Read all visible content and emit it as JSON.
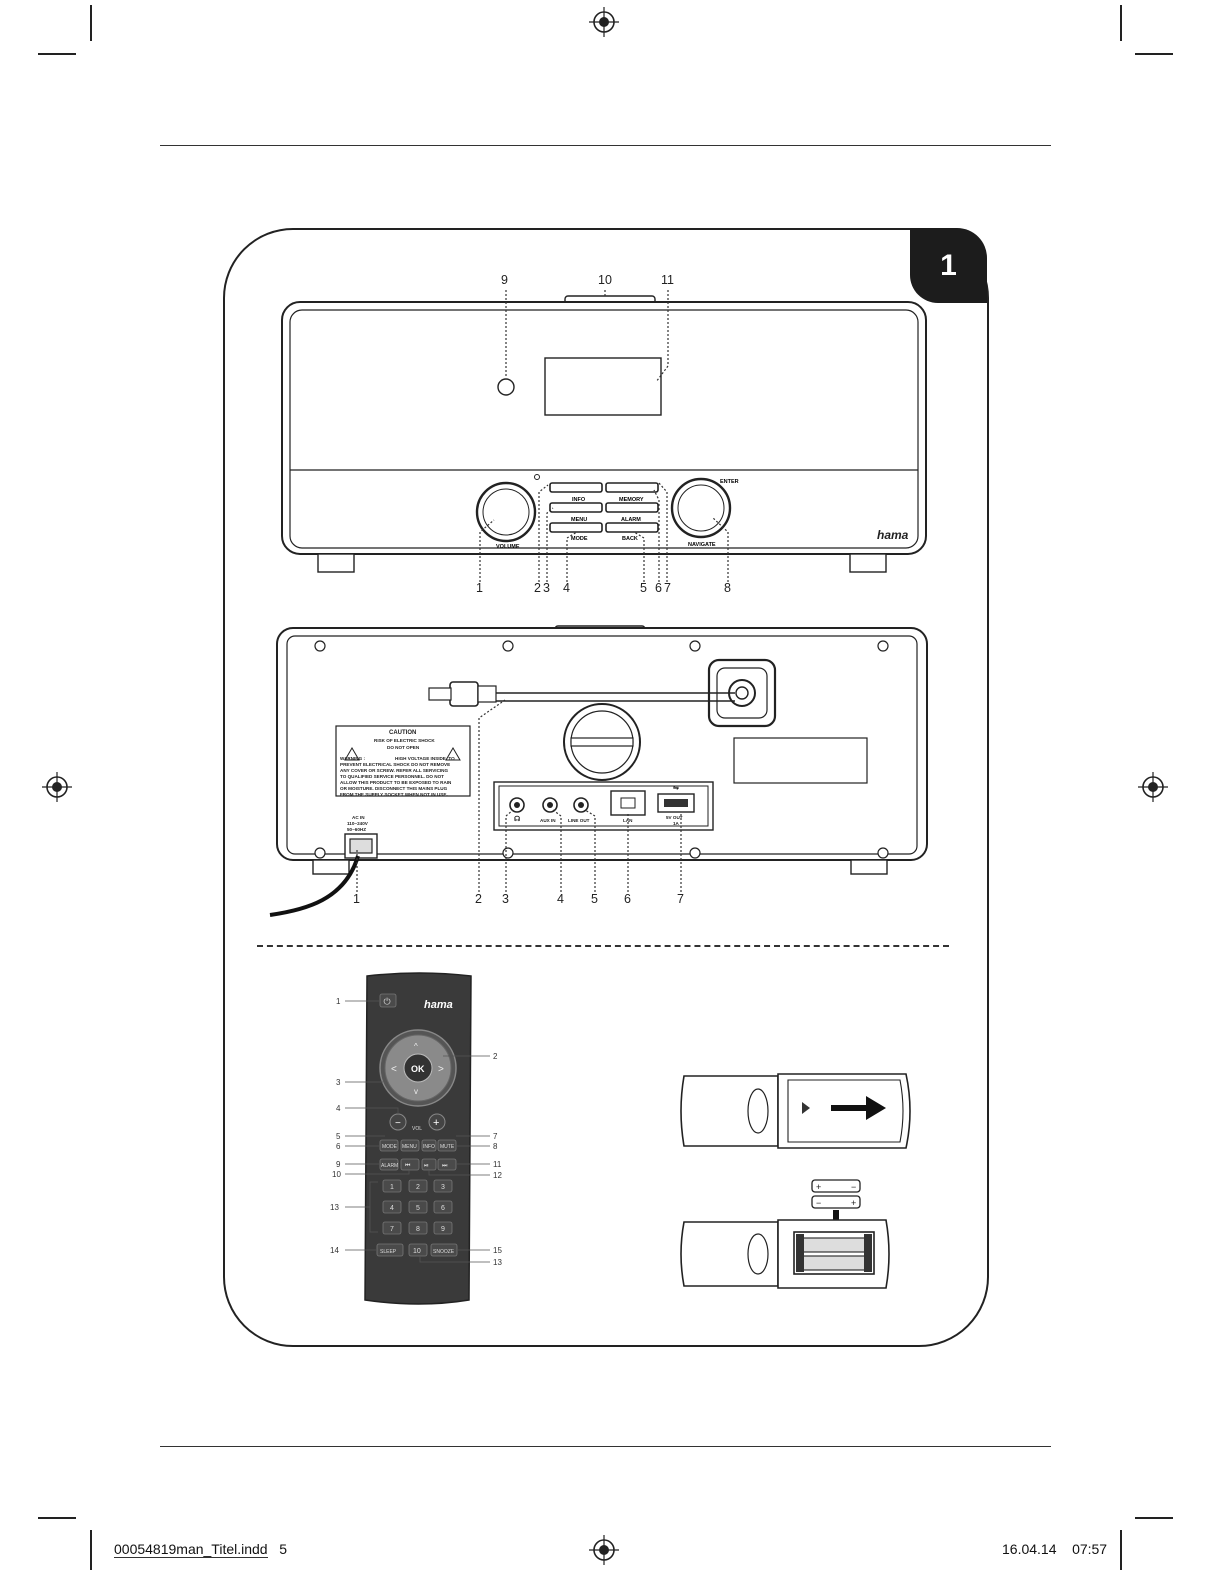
{
  "figure": {
    "number": "1"
  },
  "front_view": {
    "callouts": [
      "1",
      "2",
      "3",
      "4",
      "5",
      "6",
      "7",
      "8",
      "9",
      "10",
      "11"
    ],
    "button_labels": [
      "INFO",
      "MEMORY",
      "MENU",
      "ALARM",
      "MODE",
      "BACK"
    ],
    "knob_labels": {
      "volume": "VOLUME",
      "navigate": "NAVIGATE",
      "enter": "ENTER"
    },
    "brand": "hama"
  },
  "rear_view": {
    "callouts": [
      "1",
      "2",
      "3",
      "4",
      "5",
      "6",
      "7"
    ],
    "caution": {
      "title": "CAUTION",
      "line1": "RISK OF ELECTRIC SHOCK",
      "line2": "DO NOT OPEN",
      "warning_label": "WARNING :",
      "warning_lines": [
        "HIGH VOLTAGE INSIDE. TO",
        "PREVENT ELECTRICAL SHOCK DO NOT REMOVE",
        "ANY COVER OR SCREW. REFER ALL SERVICING",
        "TO QUALIFIED SERVICE PERSONNEL. DO NOT",
        "ALLOW THIS PRODUCT TO BE EXPOSED TO RAIN",
        "OR MOISTURE. DISCONNECT THIS MAINS PLUG",
        "FROM THE SUPPLY SOCKET WHEN NOT IN USE."
      ]
    },
    "ac_in": [
      "AC IN",
      "110~240V",
      "50~60HZ"
    ],
    "port_labels": [
      "AUX IN",
      "LINE OUT",
      "LAN",
      "5V OUT",
      "1A"
    ]
  },
  "remote": {
    "brand": "hama",
    "callouts_left": [
      "1",
      "3",
      "4",
      "5",
      "6",
      "9",
      "10",
      "13",
      "14"
    ],
    "callouts_right": [
      "2",
      "7",
      "8",
      "11",
      "12",
      "15",
      "13"
    ],
    "ok_label": "OK",
    "vol_label": "VOL",
    "row1": [
      "MODE",
      "MENU",
      "INFO",
      "MUTE"
    ],
    "row2": [
      "ALARM",
      "⏮",
      "⏯",
      "⏭"
    ],
    "numbers": [
      "1",
      "2",
      "3",
      "4",
      "5",
      "6",
      "7",
      "8",
      "9"
    ],
    "row_bottom": [
      "SLEEP",
      "10",
      "SNOOZE"
    ]
  },
  "footer": {
    "file": "00054819man_Titel.indd",
    "page": "5",
    "date": "16.04.14",
    "time": "07:57"
  }
}
